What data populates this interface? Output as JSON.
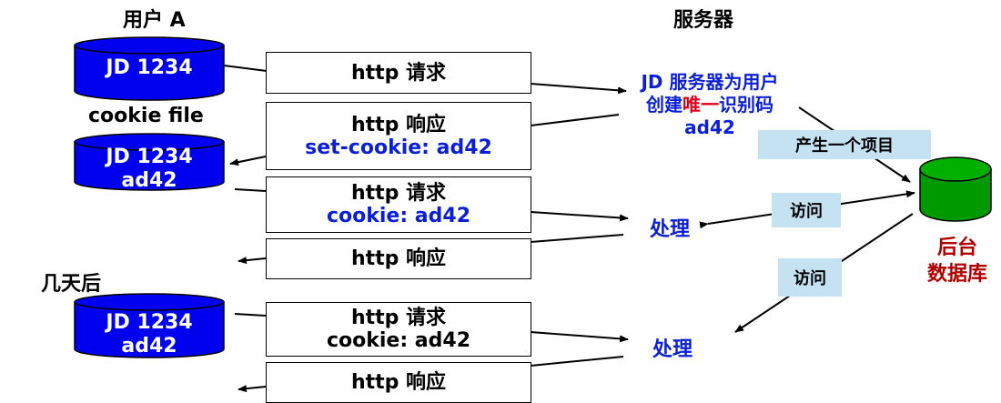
{
  "headers": {
    "user": "用户 A",
    "server": "服务器",
    "cookie_file": "cookie file",
    "days_later": "几天后"
  },
  "cookie_db": {
    "initial": "JD 1234",
    "after_line1": "JD 1234",
    "after_line2": "ad42",
    "later_line1": "JD 1234",
    "later_line2": "ad42"
  },
  "messages": {
    "m1": {
      "line1": "http 请求"
    },
    "m2": {
      "line1": "http 响应",
      "line2": "set-cookie: ad42"
    },
    "m3": {
      "line1": "http 请求",
      "line2": "cookie: ad42"
    },
    "m4": {
      "line1": "http 响应"
    },
    "m5": {
      "line1": "http 请求",
      "line2": "cookie: ad42"
    },
    "m6": {
      "line1": "http 响应"
    }
  },
  "server_note": {
    "line1": "JD 服务器为用户",
    "line2_a": "创建",
    "line2_b": "唯一",
    "line2_c": "识别码",
    "line3": "ad42"
  },
  "tags": {
    "create_entry": "产生一个项目",
    "access1": "访问",
    "access2": "访问"
  },
  "process": {
    "p1": "处理",
    "p2": "处理"
  },
  "backend_db": {
    "line1": "后台",
    "line2": "数据库"
  },
  "colors": {
    "cookie_cylinder": "#0000ee",
    "backend_cylinder": "#009900",
    "blue_text": "#0b1fd6",
    "red_text": "#e0001a",
    "db_label": "#b00000",
    "tag_bg": "#c5e2f3"
  }
}
